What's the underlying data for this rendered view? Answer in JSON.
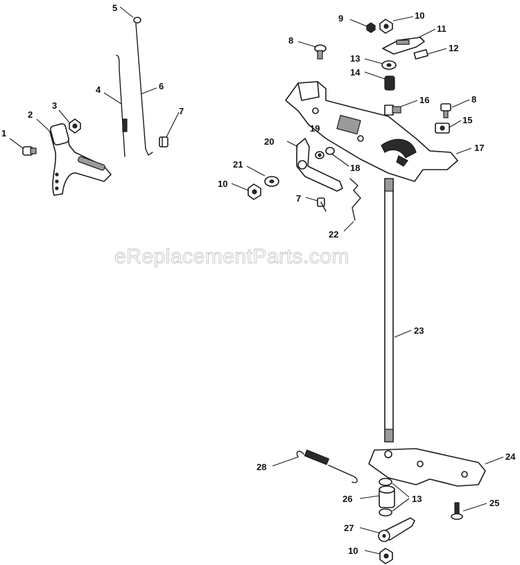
{
  "watermark": "eReplacementParts.com",
  "callouts": {
    "c1": "1",
    "c2": "2",
    "c3": "3",
    "c4": "4",
    "c5": "5",
    "c6": "6",
    "c7a": "7",
    "c7b": "7",
    "c8a": "8",
    "c8b": "8",
    "c9": "9",
    "c10a": "10",
    "c10b": "10",
    "c10c": "10",
    "c11": "11",
    "c12": "12",
    "c13a": "13",
    "c13b": "13",
    "c14": "14",
    "c15": "15",
    "c16": "16",
    "c17": "17",
    "c18": "18",
    "c19": "19",
    "c20": "20",
    "c21": "21",
    "c22": "22",
    "c23": "23",
    "c24": "24",
    "c25": "25",
    "c26": "26",
    "c27": "27",
    "c28": "28"
  }
}
